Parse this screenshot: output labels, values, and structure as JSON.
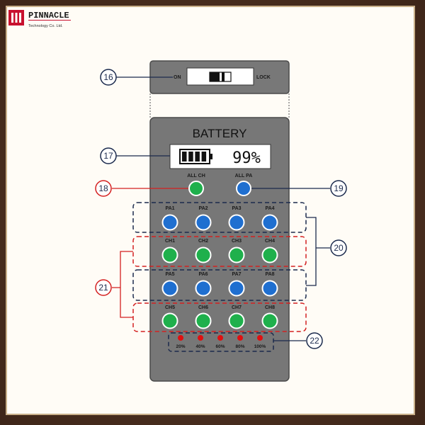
{
  "logo": {
    "name": "PINNACLE",
    "sub": "Technology Co. Ltd.",
    "color": "#c8102e"
  },
  "switch_panel": {
    "on_label": "ON",
    "lock_label": "LOCK"
  },
  "device": {
    "title": "BATTERY",
    "percent": "99%",
    "battery_bars": 4
  },
  "all": {
    "ch_label": "ALL CH",
    "pa_label": "ALL PA"
  },
  "buttons": {
    "row1": [
      "PA1",
      "PA2",
      "PA3",
      "PA4"
    ],
    "row2": [
      "CH1",
      "CH2",
      "CH3",
      "CH4"
    ],
    "row3": [
      "PA5",
      "PA6",
      "PA7",
      "PA8"
    ],
    "row4": [
      "CH5",
      "CH6",
      "CH7",
      "CH8"
    ]
  },
  "level_leds": [
    "20%",
    "40%",
    "60%",
    "80%",
    "100%"
  ],
  "callouts": {
    "c16": "16",
    "c17": "17",
    "c18": "18",
    "c19": "19",
    "c20": "20",
    "c21": "21",
    "c22": "22"
  },
  "colors": {
    "green": "#1fb04c",
    "blue": "#1f6fd0",
    "red_led": "#e01010",
    "device_body": "#777777",
    "navy": "#1b2a4d",
    "red_line": "#d42020"
  }
}
